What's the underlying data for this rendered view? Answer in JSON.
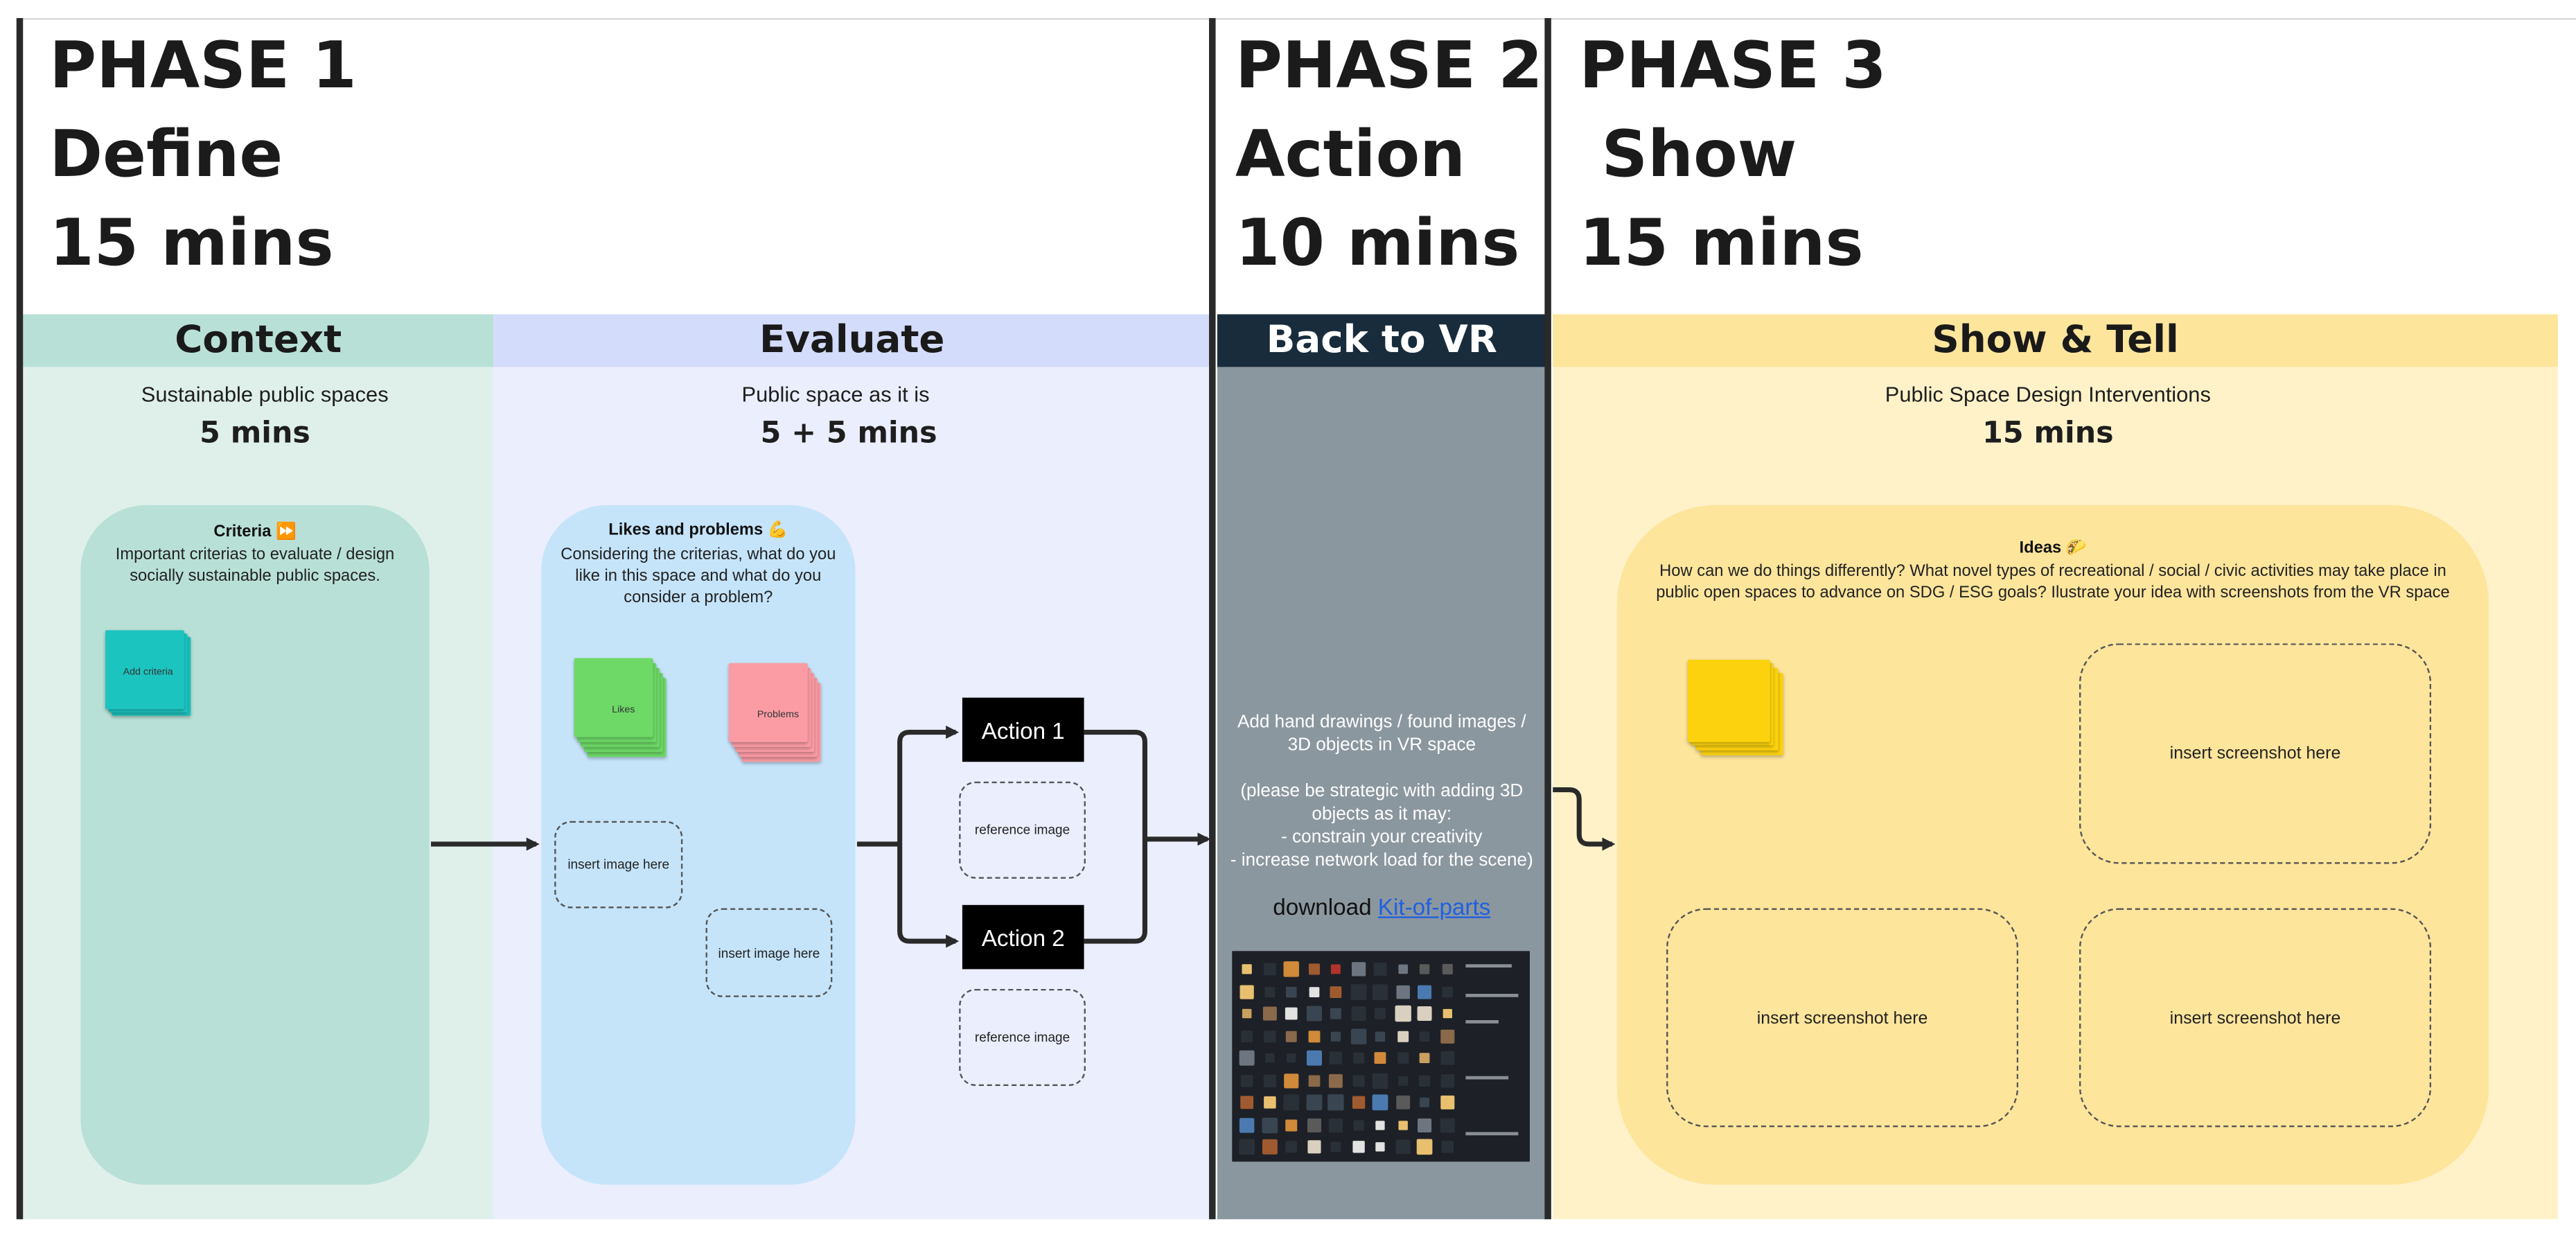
{
  "phases": [
    {
      "label": "PHASE 1",
      "name": "Define",
      "time": "15 mins"
    },
    {
      "label": "PHASE 2",
      "name": "Action",
      "time": "10 mins"
    },
    {
      "label": "PHASE 3",
      "name": " Show",
      "time": "15 mins"
    }
  ],
  "sections": {
    "context": {
      "title": "Context",
      "subtitle": "Sustainable public spaces",
      "duration": "5 mins",
      "card_title": "Criteria ⏩",
      "card_desc": "Important criterias to evaluate / design\nsocially sustainable public spaces.",
      "sticky_label": "Add criteria"
    },
    "evaluate": {
      "title": "Evaluate",
      "subtitle": "Public space as it is",
      "duration": "5 + 5 mins",
      "card_title": "Likes and problems 💪",
      "card_desc": "Considering the criterias, what do you\nlike in this space and what do you\nconsider a problem?",
      "likes_label": "Likes",
      "problems_label": "Problems",
      "image_placeholder_1": "insert image here",
      "image_placeholder_2": "insert image here",
      "action_1": "Action 1",
      "action_2": "Action 2",
      "reference_1": "reference image",
      "reference_2": "reference image"
    },
    "vr": {
      "title": "Back to VR",
      "text": "Add hand drawings / found images /\n3D objects in VR space\n\n(please be strategic with adding 3D\nobjects as it may:\n- constrain your creativity\n- increase network load for the scene)",
      "download_prefix": "download ",
      "download_link": "Kit-of-parts"
    },
    "show": {
      "title": "Show & Tell",
      "subtitle": "Public Space Design Interventions",
      "duration": "15 mins",
      "card_title": "Ideas 🌮",
      "card_desc": "How can we do things differently? What novel types of recreational / social / civic activities may take place in\npublic open spaces to advance on SDG / ESG goals? Ilustrate your idea with screenshots from the VR space",
      "screenshot_1": "insert screenshot here",
      "screenshot_2": "insert screenshot here",
      "screenshot_3": "insert screenshot here"
    }
  },
  "colors": {
    "context_bar": "#b8e0d7",
    "context_bg": "#dff0eb",
    "context_card": "#b8e0d6",
    "evaluate_bar": "#d4dcfb",
    "evaluate_bg": "#ebeefd",
    "evaluate_card": "#c5e4fa",
    "vr_bar": "#182c3c",
    "vr_bg": "#8b979f",
    "show_bar": "#fde59c",
    "show_bg": "#fff2c9",
    "show_card": "#fde59c",
    "sticky_teal": "#1cc4c0",
    "sticky_green": "#6ed967",
    "sticky_pink": "#fb9ca4",
    "sticky_yellow": "#fcd20e",
    "link": "#2060e0"
  }
}
